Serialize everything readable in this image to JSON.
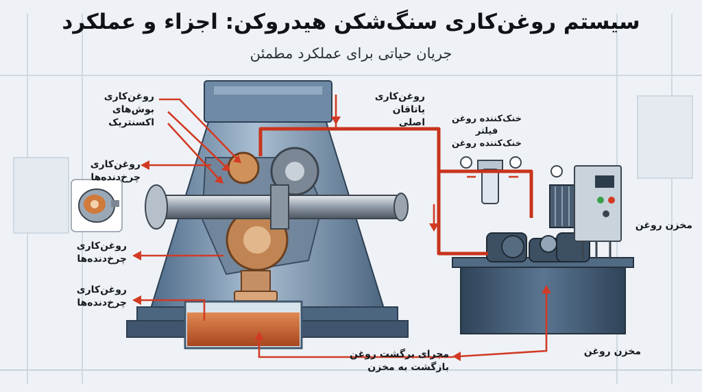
{
  "title": "سیستم روغن‌کاری سنگ‌شکن هیدروکن: اجزاء و عملکرد",
  "subtitle": "جریان حیاتی برای عملکرد مطمئن",
  "labels": {
    "eccentric_bushing": "روغن‌کاری بوش‌های\nاکسنتریک",
    "gear_lube_top": "روغن‌کاری چرخ‌دنده‌ها",
    "main_bearing": "روغن‌کاری یاتاقان\nاصلی",
    "cooler_filter": "خنک‌کننده روغن\nفیلتر\nخنک‌کننده روغن",
    "oil_tank_right": "مخزن روغن",
    "gear_lube_mid": "روغن‌کاری\nچرخ‌دنده‌ها",
    "gear_lube_bottom": "روغن‌کاری\nچرخ‌دنده‌ها",
    "return_channel": "مجرای برگشت روغن\nبازگشت به مخزن",
    "oil_tank_bottom": "مخزن روغن"
  },
  "colors": {
    "oil_line": "#c8341c",
    "arrow": "#d23a24",
    "machine_blue": "#5f7e9c",
    "machine_dark": "#33465c",
    "oil_amber": "#c8703c",
    "tank": "#3e5670"
  }
}
